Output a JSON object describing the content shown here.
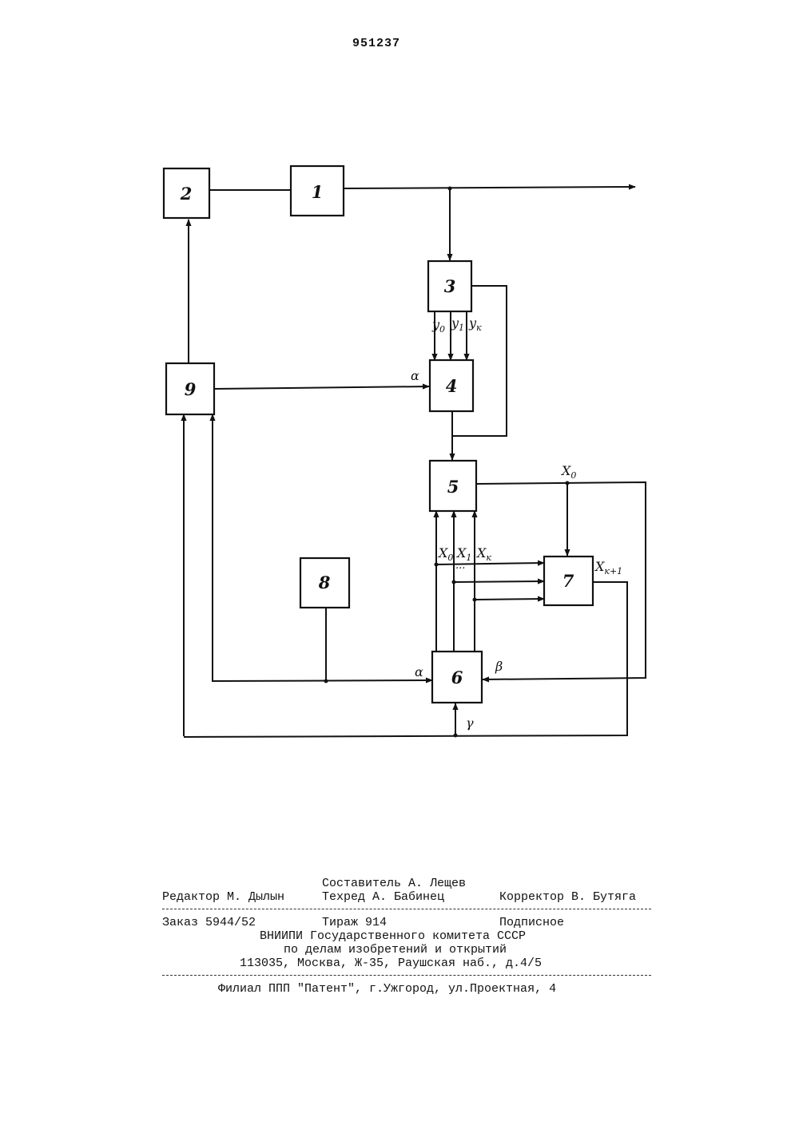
{
  "header": {
    "patent_number": "951237"
  },
  "diagram": {
    "blocks": [
      {
        "id": "block-1",
        "label": "1"
      },
      {
        "id": "block-2",
        "label": "2"
      },
      {
        "id": "block-3",
        "label": "3"
      },
      {
        "id": "block-4",
        "label": "4"
      },
      {
        "id": "block-5",
        "label": "5"
      },
      {
        "id": "block-6",
        "label": "6"
      },
      {
        "id": "block-7",
        "label": "7"
      },
      {
        "id": "block-8",
        "label": "8"
      },
      {
        "id": "block-9",
        "label": "9"
      }
    ],
    "signals": {
      "y0": {
        "base": "y",
        "sub": "0"
      },
      "y1": {
        "base": "y",
        "sub": "1"
      },
      "yk": {
        "base": "y",
        "sub": "к"
      },
      "alpha_top": "α",
      "alpha_bottom": "α",
      "beta": "β",
      "gamma": "γ",
      "x0_top": {
        "base": "X",
        "sub": "0"
      },
      "x0": {
        "base": "X",
        "sub": "0"
      },
      "x1": {
        "base": "X",
        "sub": "1"
      },
      "xk": {
        "base": "X",
        "sub": "к"
      },
      "xk1": {
        "base": "X",
        "sub": "к+1"
      },
      "dots": "..."
    }
  },
  "imprint": {
    "compiler": "Составитель А. Лещев",
    "editor": "Редактор М. Дылын",
    "techeditor": "Техред А. Бабинец",
    "corrector": "Корректор В. Бутяга",
    "order": "Заказ 5944/52",
    "circulation": "Тираж 914",
    "subscription": "Подписное",
    "org": "ВНИИПИ Государственного комитета СССР",
    "org_line2": "по делам изобретений и открытий",
    "address": "113035, Москва, Ж-35, Раушская наб., д.4/5",
    "branch": "Филиал ППП \"Патент\", г.Ужгород, ул.Проектная, 4"
  }
}
